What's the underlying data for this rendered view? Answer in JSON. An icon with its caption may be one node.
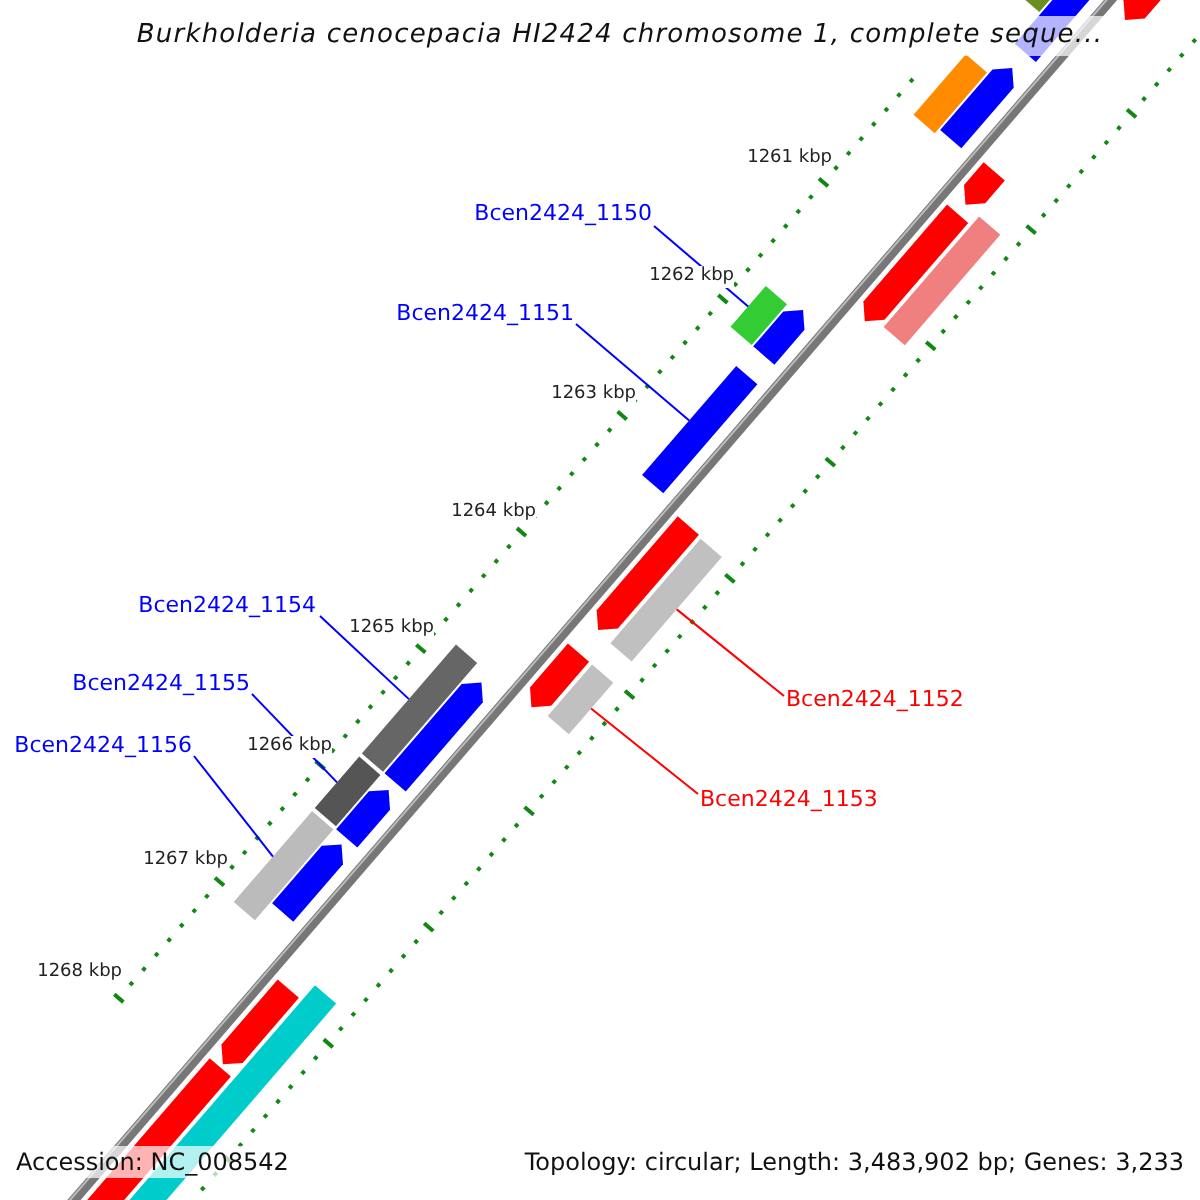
{
  "diagram": {
    "title": "Burkholderia cenocepacia HI2424 chromosome 1, complete seque...",
    "nodes": [
      {
        "text": [
          "Bcen2424_1150"
        ]
      },
      {
        "text": [
          "Bcen2424_1151"
        ]
      },
      {
        "text": [
          "Bcen2424_1154"
        ]
      },
      {
        "text": [
          "Bcen2424_1155"
        ]
      },
      {
        "text": [
          "Bcen2424_1156"
        ]
      },
      {
        "text": [
          "Bcen2424_1152"
        ]
      },
      {
        "text": [
          "Bcen2424_1153"
        ]
      },
      {
        "text": [],
        "shape": "bar"
      },
      {
        "text": [],
        "shape": "bar"
      },
      {
        "text": [],
        "shape": "bar"
      },
      {
        "text": [],
        "shape": "bar"
      },
      {
        "text": [],
        "shape": "bar"
      },
      {
        "text": [],
        "shape": "bar"
      },
      {
        "text": [],
        "shape": "bar"
      }
    ],
    "edges": [
      {
        "from": 0,
        "to": 7,
        "arrow": "none",
        "color": "#0000ff"
      },
      {
        "from": 1,
        "to": 8,
        "arrow": "none",
        "color": "#0000ff"
      },
      {
        "from": 2,
        "to": 9,
        "arrow": "none",
        "color": "#0000ff"
      },
      {
        "from": 3,
        "to": 10,
        "arrow": "none",
        "color": "#0000ff"
      },
      {
        "from": 4,
        "to": 11,
        "arrow": "none",
        "color": "#0000ff"
      },
      {
        "from": 5,
        "to": 12,
        "arrow": "none",
        "color": "#ff0000"
      },
      {
        "from": 6,
        "to": 13,
        "arrow": "none",
        "color": "#ff0000"
      }
    ],
    "labels": [
      "1261 kbp",
      "1262 kbp",
      "1263 kbp",
      "1264 kbp",
      "1265 kbp",
      "1266 kbp",
      "1267 kbp",
      "1268 kbp",
      "Accession: NC_008542",
      "Topology: circular; Length: 3,483,902 bp; Genes: 3,233"
    ]
  }
}
